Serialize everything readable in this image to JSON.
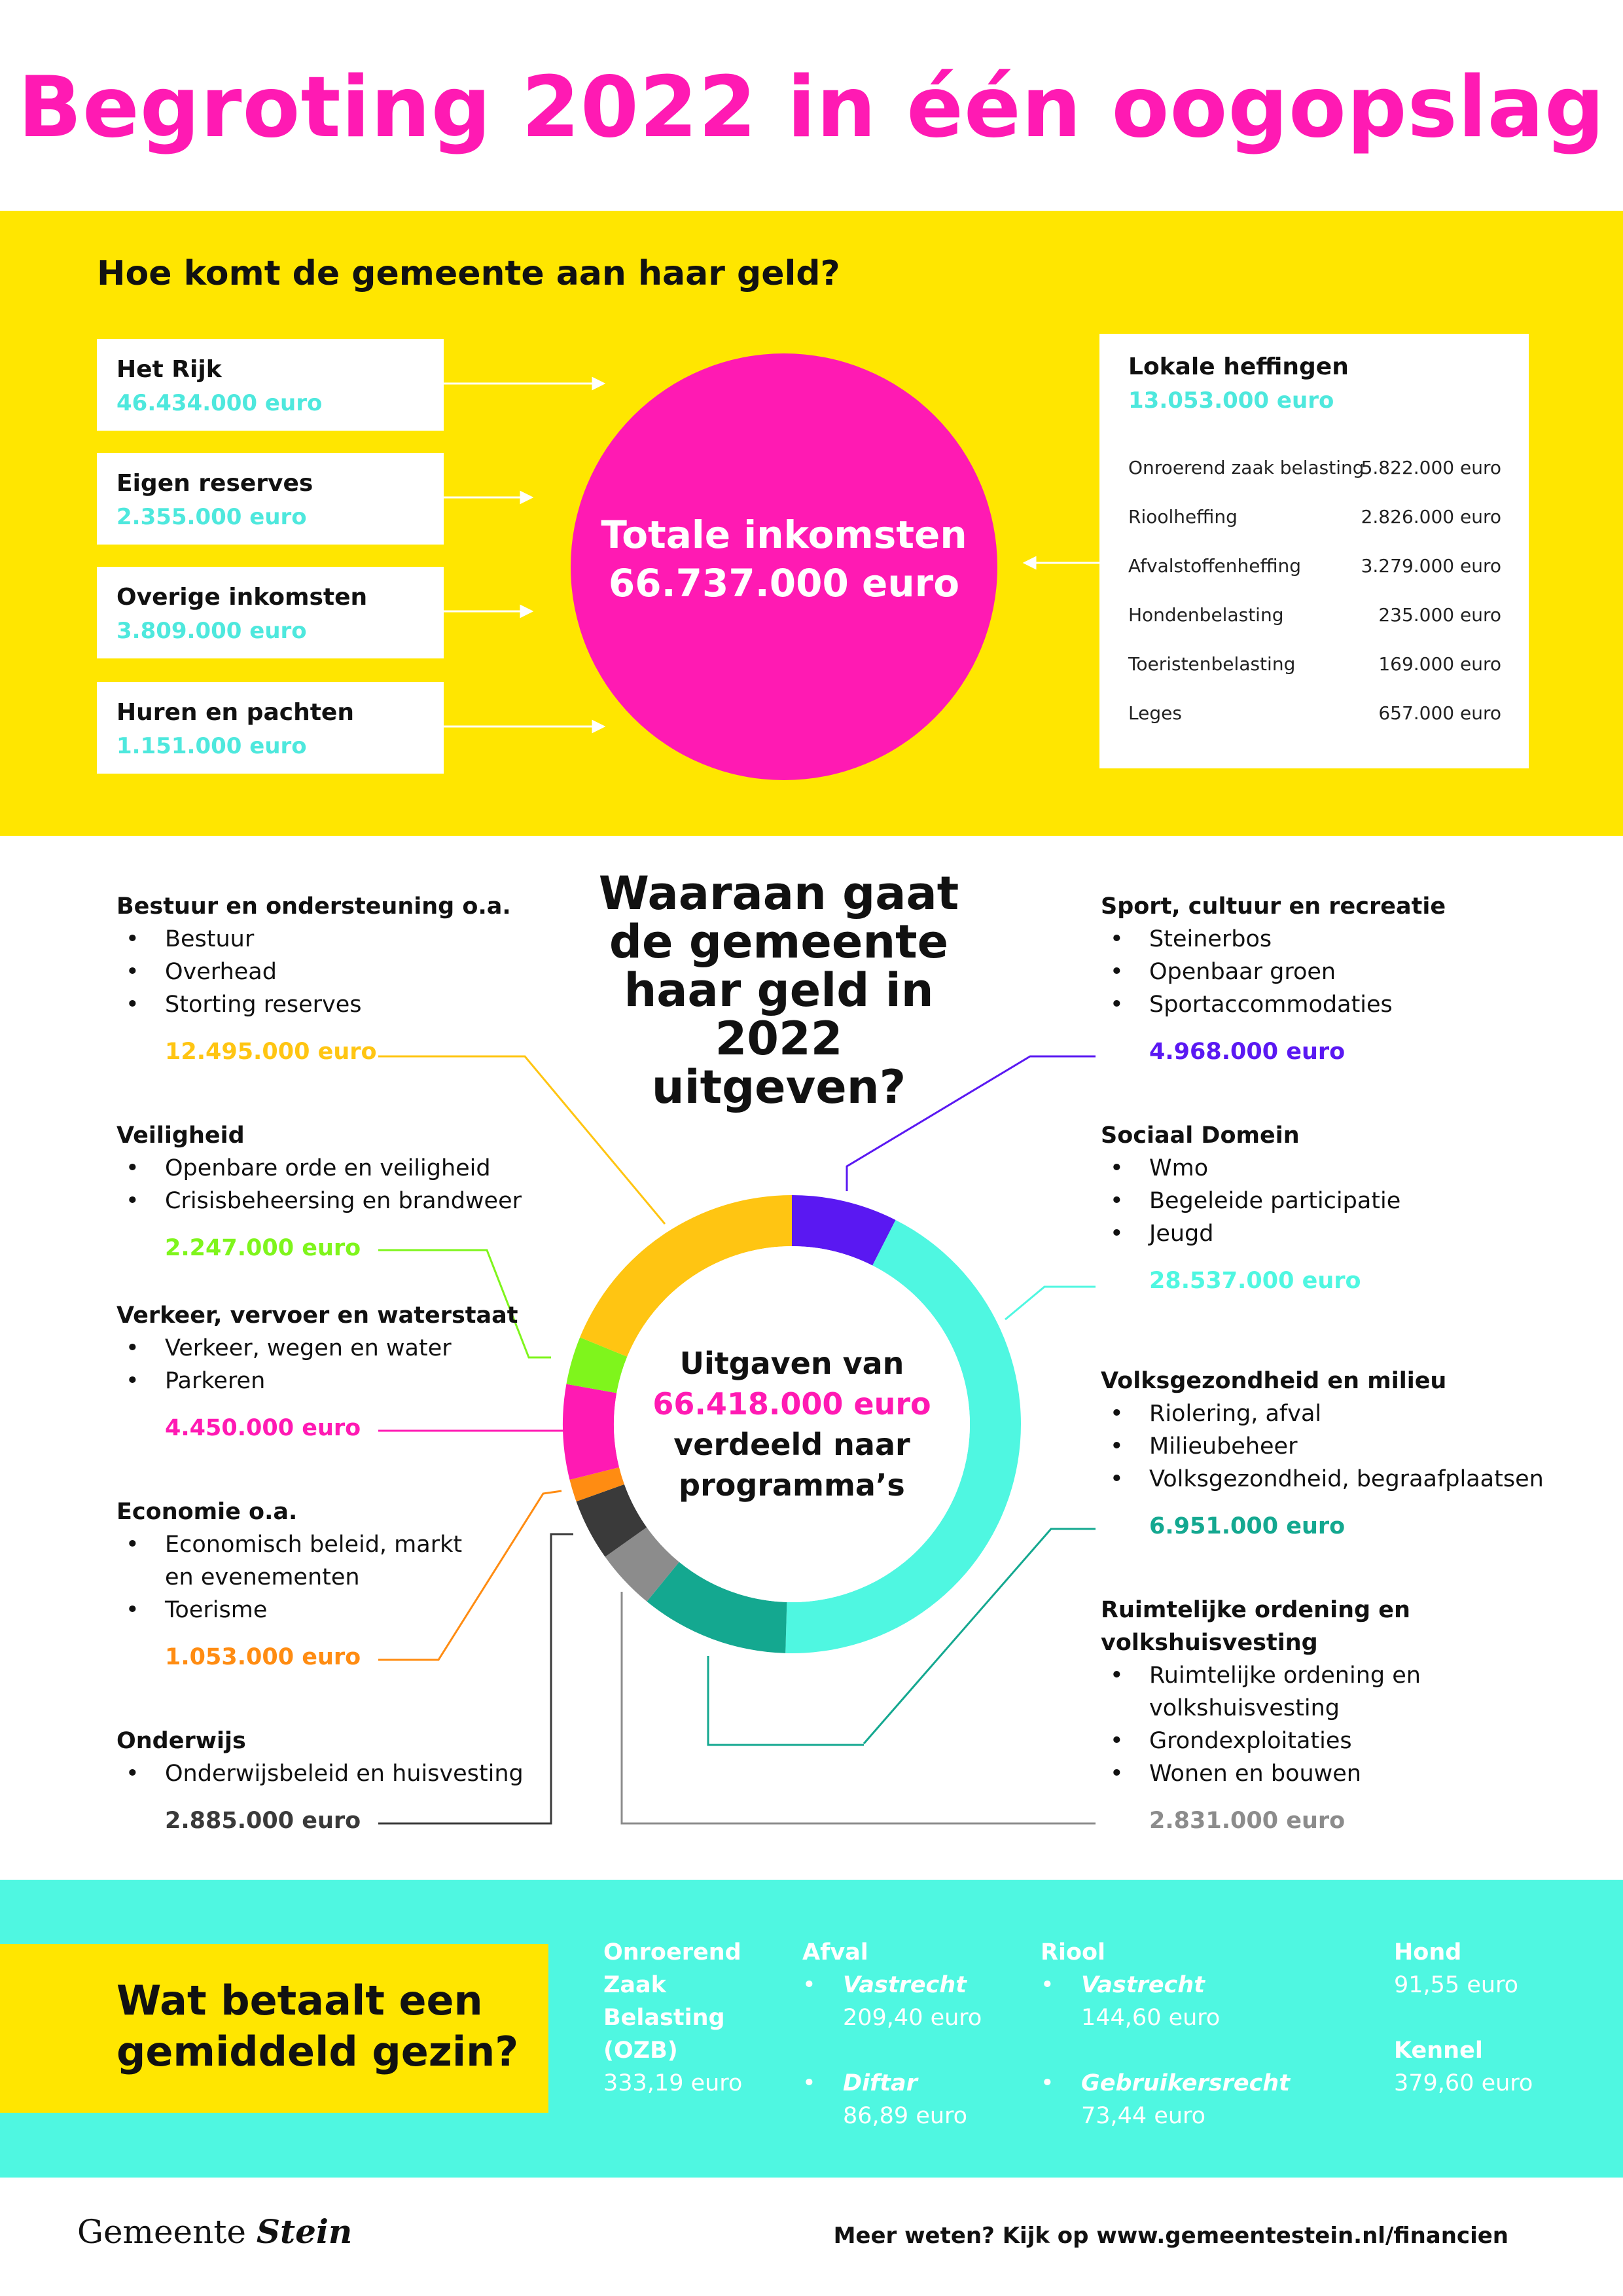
{
  "title": "Begroting 2022 in één oogopslag",
  "income": {
    "heading": "Hoe komt de gemeente aan haar geld?",
    "sources": [
      {
        "label": "Het Rijk",
        "value": "46.434.000 euro"
      },
      {
        "label": "Eigen reserves",
        "value": "2.355.000 euro"
      },
      {
        "label": "Overige inkomsten",
        "value": "3.809.000 euro"
      },
      {
        "label": "Huren en pachten",
        "value": "1.151.000 euro"
      }
    ],
    "total_line1": "Totale inkomsten",
    "total_line2": "66.737.000 euro",
    "heffingen": {
      "title": "Lokale heffingen",
      "total": "13.053.000 euro",
      "items": [
        {
          "label": "Onroerend zaak belasting",
          "value": "5.822.000 euro"
        },
        {
          "label": "Rioolheffing",
          "value": "2.826.000 euro"
        },
        {
          "label": "Afvalstoffenheffing",
          "value": "3.279.000 euro"
        },
        {
          "label": "Hondenbelasting",
          "value": "235.000 euro"
        },
        {
          "label": "Toeristenbelasting",
          "value": "169.000 euro"
        },
        {
          "label": "Leges",
          "value": "657.000 euro"
        }
      ]
    }
  },
  "expenses": {
    "heading": [
      "Waaraan gaat",
      "de gemeente",
      "haar geld in 2022",
      "uitgeven?"
    ],
    "center": [
      "Uitgaven van",
      "66.418.000 euro",
      "verdeeld naar",
      "programma’s"
    ],
    "center_highlight_color": "#ff1ab3"
  },
  "chart_data": {
    "type": "pie",
    "variant": "donut",
    "total": 66418000,
    "unit": "euro",
    "slices": [
      {
        "name": "Sport, cultuur en recreatie",
        "value": 4968000,
        "label": "4.968.000 euro",
        "color": "#5a18f2",
        "items": [
          "Steinerbos",
          "Openbaar groen",
          "Sportaccommodaties"
        ]
      },
      {
        "name": "Sociaal Domein",
        "value": 28537000,
        "label": "28.537.000 euro",
        "color": "#4ff7e1",
        "items": [
          "Wmo",
          "Begeleide participatie",
          "Jeugd"
        ]
      },
      {
        "name": "Volksgezondheid en milieu",
        "value": 6951000,
        "label": "6.951.000 euro",
        "color": "#14a890",
        "items": [
          "Riolering, afval",
          "Milieubeheer",
          "Volksgezondheid, begraafplaatsen"
        ]
      },
      {
        "name": "Ruimtelijke ordening en volkshuisvesting",
        "value": 2831000,
        "label": "2.831.000 euro",
        "color": "#8c8c8c",
        "items": [
          "Ruimtelijke ordening en volkshuisvesting",
          "Grondexploitaties",
          "Wonen en bouwen"
        ]
      },
      {
        "name": "Onderwijs",
        "value": 2885000,
        "label": "2.885.000 euro",
        "color": "#3a3a3a",
        "items": [
          "Onderwijsbeleid en huisvesting"
        ]
      },
      {
        "name": "Economie o.a.",
        "value": 1053000,
        "label": "1.053.000 euro",
        "color": "#ff8c12",
        "items": [
          "Economisch beleid, markt en evenementen",
          "Toerisme"
        ]
      },
      {
        "name": "Verkeer, vervoer en waterstaat",
        "value": 4450000,
        "label": "4.450.000 euro",
        "color": "#ff1ab3",
        "items": [
          "Verkeer, wegen en water",
          "Parkeren"
        ]
      },
      {
        "name": "Veiligheid",
        "value": 2247000,
        "label": "2.247.000 euro",
        "color": "#7ff51c",
        "items": [
          "Openbare orde en veiligheid",
          "Crisisbeheersing en brandweer"
        ]
      },
      {
        "name": "Bestuur en ondersteuning o.a.",
        "value": 12495000,
        "label": "12.495.000 euro",
        "color": "#ffc512",
        "items": [
          "Bestuur",
          "Overhead",
          "Storting reserves"
        ]
      }
    ]
  },
  "household": {
    "heading": [
      "Wat betaalt een",
      "gemiddeld gezin?"
    ],
    "ozb": {
      "label": [
        "Onroerend",
        "Zaak",
        "Belasting",
        "(OZB)"
      ],
      "value": "333,19 euro"
    },
    "afval": {
      "label": "Afval",
      "items": [
        {
          "label": "Vastrecht",
          "value": "209,40 euro"
        },
        {
          "label": "Diftar",
          "value": "86,89 euro"
        }
      ]
    },
    "riool": {
      "label": "Riool",
      "items": [
        {
          "label": "Vastrecht",
          "value": "144,60 euro"
        },
        {
          "label": "Gebruikersrecht",
          "value": "73,44 euro"
        }
      ]
    },
    "hond": {
      "label": "Hond",
      "value": "91,55 euro"
    },
    "kennel": {
      "label": "Kennel",
      "value": "379,60  euro"
    }
  },
  "footer": {
    "logo_prefix": "Gemeente",
    "logo_name": "Stein",
    "more": "Meer weten? Kijk op www.gemeentestein.nl/financien"
  }
}
